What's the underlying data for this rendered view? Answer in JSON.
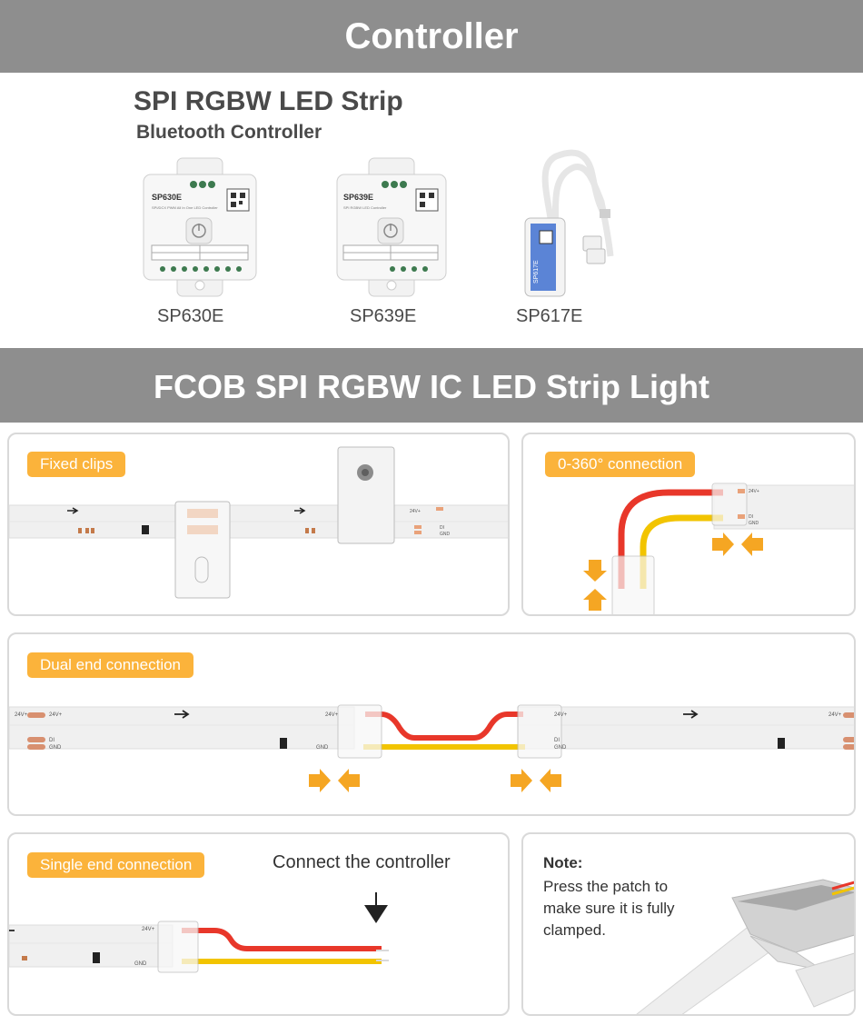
{
  "banners": {
    "controller": "Controller",
    "strip": "FCOB SPI RGBW IC LED Strip Light"
  },
  "controller_section": {
    "title": "SPI RGBW LED Strip",
    "subtitle": "Bluetooth Controller",
    "products": [
      {
        "label": "SP630E",
        "device_name": "SP630E",
        "device_desc": "SPI/DCX PWM All In One LED Controller"
      },
      {
        "label": "SP639E",
        "device_name": "SP639E",
        "device_desc": "SPI RGBW LED Controller"
      },
      {
        "label": "SP617E",
        "device_name": "SP617E"
      }
    ]
  },
  "panels": {
    "fixed_clips": {
      "tag": "Fixed clips"
    },
    "connection_360": {
      "tag": "0-360° connection"
    },
    "dual_end": {
      "tag": "Dual end connection"
    },
    "single_end": {
      "tag": "Single end connection",
      "caption": "Connect the controller"
    },
    "note": {
      "title": "Note:",
      "text": "Press the patch to make sure it is fully clamped."
    }
  },
  "strip_markings": {
    "plus": "24V+",
    "di": "DI",
    "gnd": "GND"
  },
  "colors": {
    "banner": "#8e8e8e",
    "tag": "#fbb33b",
    "arrow": "#f5a623",
    "wire_red": "#e8372a",
    "wire_yellow": "#f2c400"
  }
}
